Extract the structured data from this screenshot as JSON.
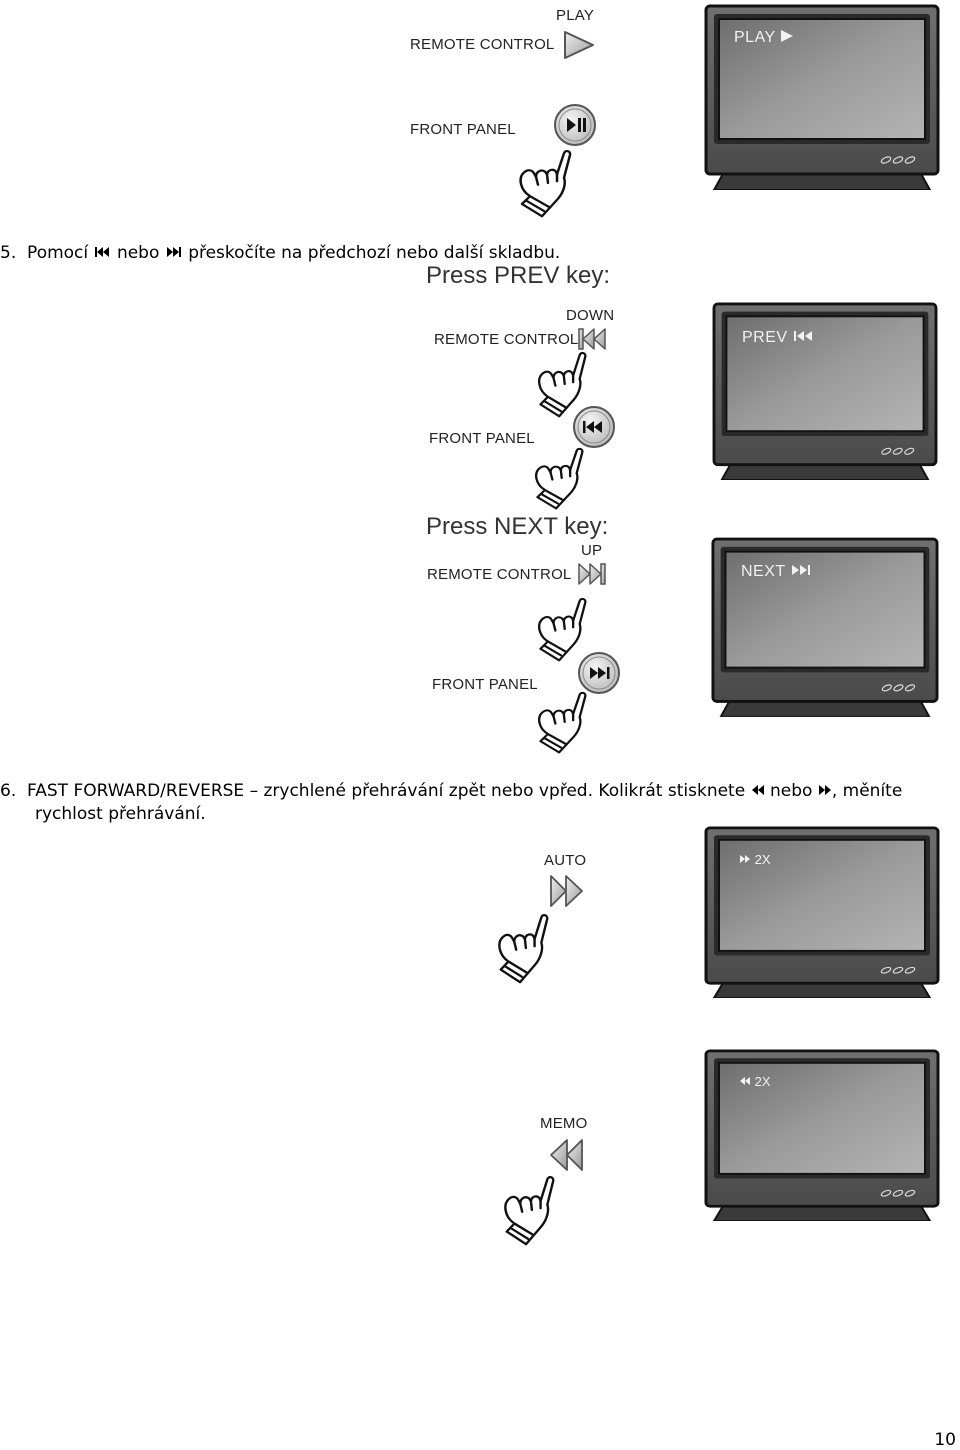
{
  "step5": {
    "number": "5.",
    "text_pre": "Pomocí",
    "text_mid": "nebo",
    "text_post": "přeskočíte na předchozí nebo další skladbu."
  },
  "step6": {
    "number": "6.",
    "line1_pre": "FAST FORWARD/REVERSE – zrychlené přehrávání zpět nebo vpřed. Kolikrát stisknete",
    "line1_mid": "nebo",
    "line1_post": ", měníte",
    "line2": "rychlost přehrávání."
  },
  "play_section": {
    "key_label": "PLAY",
    "remote_label": "REMOTE CONTROL",
    "front_label": "FRONT PANEL",
    "screen_text": "PLAY"
  },
  "prev_section": {
    "heading": "Press PREV key:",
    "key_label": "DOWN",
    "remote_label": "REMOTE CONTROL",
    "front_label": "FRONT PANEL",
    "screen_text": "PREV"
  },
  "next_section": {
    "heading": "Press NEXT key:",
    "key_label": "UP",
    "remote_label": "REMOTE CONTROL",
    "front_label": "FRONT PANEL",
    "screen_text": "NEXT"
  },
  "ff_section": {
    "key_label": "AUTO",
    "screen_text": "2X"
  },
  "rew_section": {
    "key_label": "MEMO",
    "screen_text": "2X"
  },
  "page_number": "10",
  "icons": [
    "play-icon",
    "play-pause-icon",
    "prev-icon",
    "next-icon",
    "fast-forward-icon",
    "rewind-icon",
    "hand-pointer-icon",
    "tv-icon"
  ],
  "colors": {
    "tv_body": "#5a5a5a",
    "tv_screen": "#8a8a8a",
    "tv_frame": "#222222"
  }
}
